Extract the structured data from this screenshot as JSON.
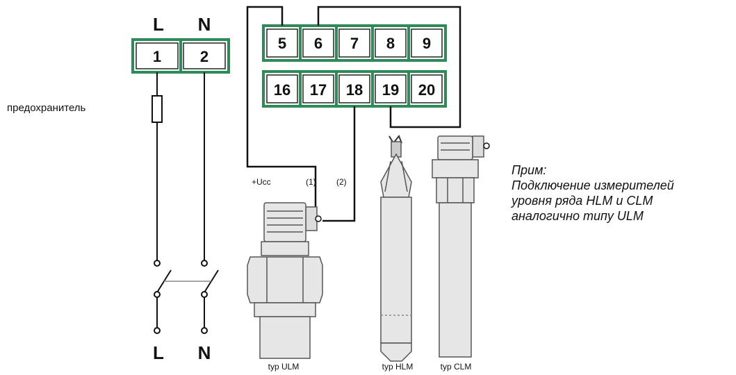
{
  "mains": {
    "pole_top_left": "L",
    "pole_top_right": "N",
    "terminals": [
      "1",
      "2"
    ],
    "pole_bottom_left": "L",
    "pole_bottom_right": "N",
    "fuse_label": "предохранитель"
  },
  "terminal_block": {
    "top_row": [
      "5",
      "6",
      "7",
      "8",
      "9"
    ],
    "bottom_row": [
      "16",
      "17",
      "18",
      "19",
      "20"
    ]
  },
  "wiring": {
    "ucc_label": "+Ucc",
    "wire1_label": "(1)",
    "wire2_label": "(2)"
  },
  "sensors": {
    "ulm_label": "typ ULM",
    "hlm_label": "typ HLM",
    "clm_label": "typ CLM"
  },
  "note": {
    "title": "Прим:",
    "line1": "Подключение измерителей",
    "line2": "уровня ряда HLM и CLM",
    "line3": "аналогично типу ULM"
  },
  "colors": {
    "terminal_border": "#2e8b57",
    "wire": "#111111",
    "sensor_fill": "#e6e6e6"
  }
}
